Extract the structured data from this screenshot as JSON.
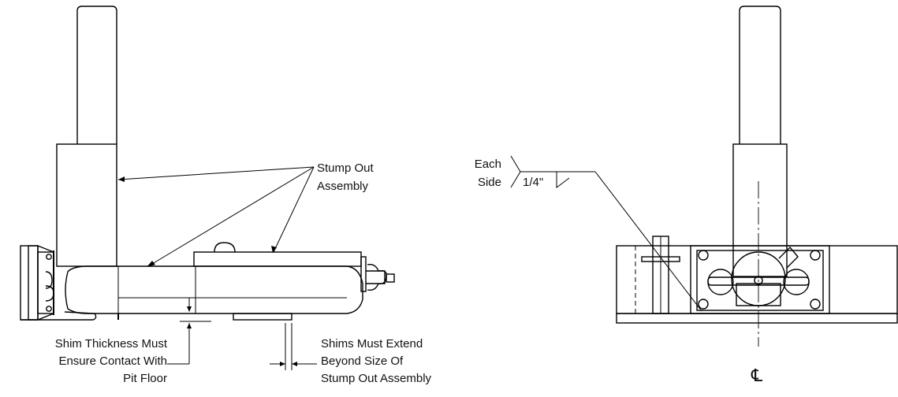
{
  "labels": {
    "stump_out_assembly": "Stump Out\nAssembly",
    "shim_thickness_note": "Shim Thickness Must\nEnsure Contact With\nPit Floor",
    "shims_extend_note": "Shims Must Extend\nBeyond Size Of\nStump Out Assembly",
    "weld_each_side": "Each\nSide",
    "weld_size": "1/4\"",
    "centerline_symbol": "℄"
  }
}
